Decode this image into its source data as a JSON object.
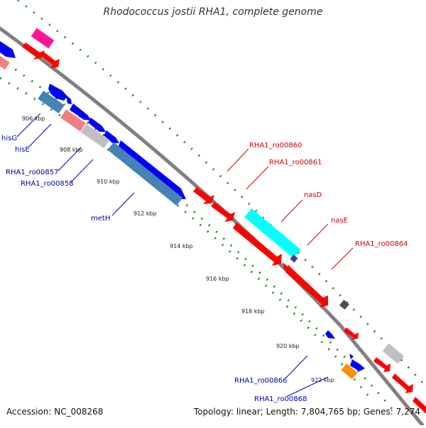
{
  "title": "Rhodococcus jostii RHA1, complete genome",
  "footer": {
    "accession": "Accession: NC_008268",
    "summary": "Topology: linear; Length: 7,804,765 bp; Genes: 7,274"
  },
  "colors": {
    "forward_gene": "#ff0000",
    "reverse_gene": "#0000ff",
    "pale_red": "#f08080",
    "steel_blue": "#4682b4",
    "cyan": "#00ffff",
    "gray": "#c0c0c0",
    "magenta": "#ff1493",
    "orange": "#ff8c00",
    "backbone": "#808080",
    "tick_dots": "#228b22",
    "red_label": "#cc0000",
    "blue_label": "#0000aa"
  },
  "ticks": [
    "906 kbp",
    "908 kbp",
    "910 kbp",
    "912 kbp",
    "914 kbp",
    "916 kbp",
    "918 kbp",
    "920 kbp",
    "922 kbp"
  ],
  "labels_forward": [
    "RHA1_ro00860",
    "RHA1_ro00861",
    "nasD",
    "nasE",
    "RHA1_ro00864"
  ],
  "labels_reverse": [
    "hisG",
    "hisE",
    "RHA1_ro00857",
    "RHA1_ro00858",
    "metH",
    "RHA1_ro00866",
    "RHA1_ro00868"
  ]
}
